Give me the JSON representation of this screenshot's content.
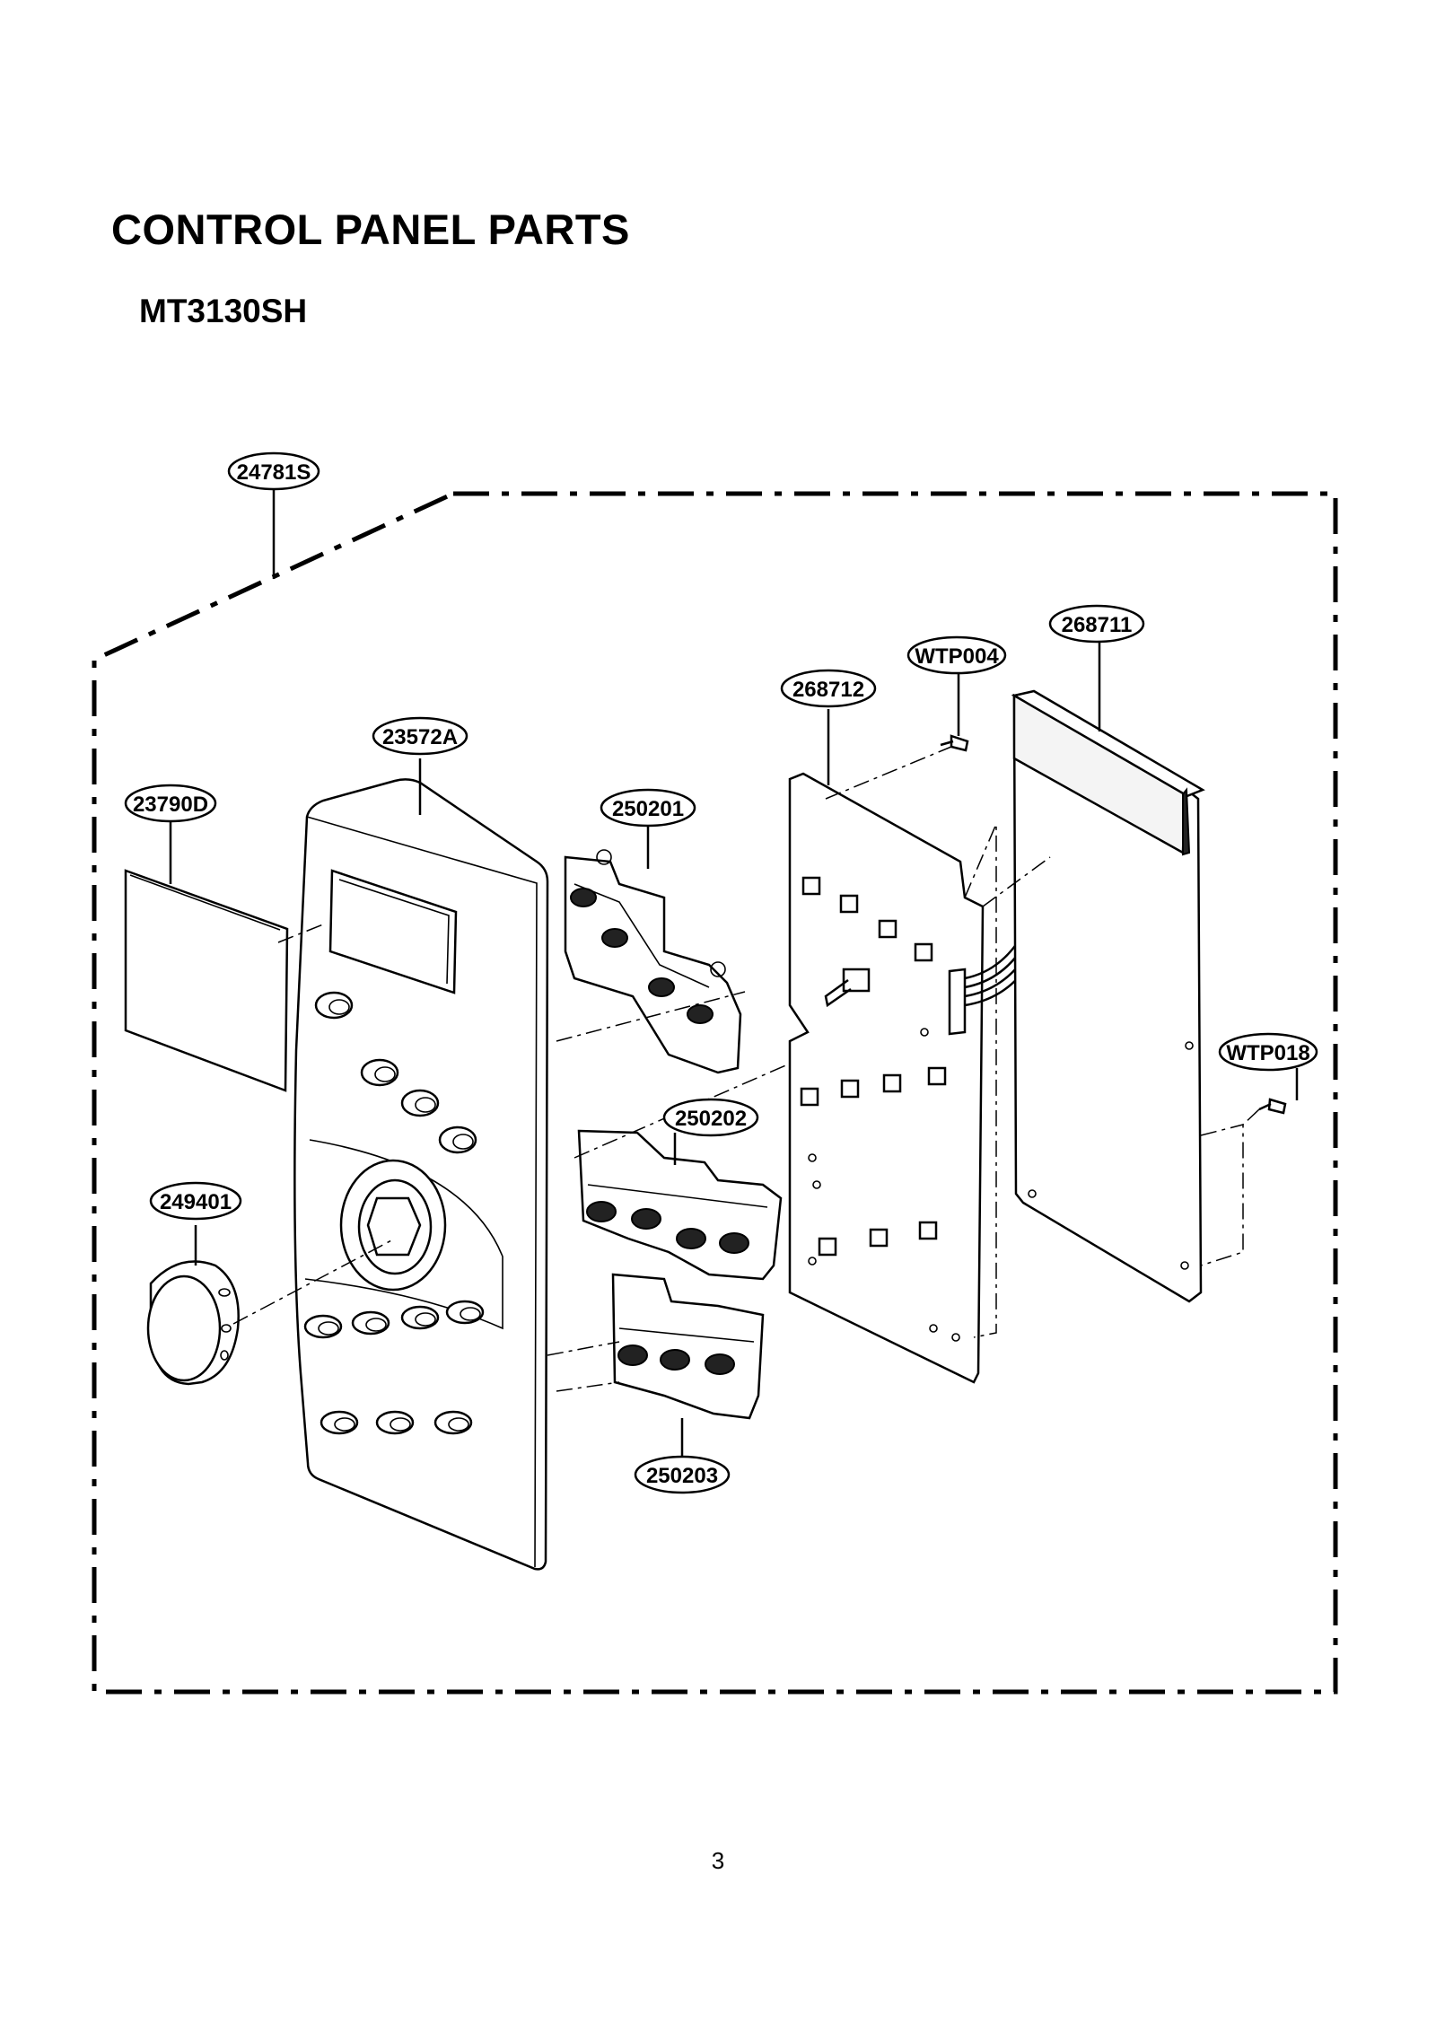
{
  "title": "CONTROL PANEL PARTS",
  "model": "MT3130SH",
  "page_number": "3",
  "callouts": {
    "assembly": "24781S",
    "window": "23790D",
    "panel": "23572A",
    "knob": "249401",
    "key_top": "250201",
    "key_mid": "250202",
    "key_bottom": "250203",
    "pcb_front": "268712",
    "pcb_back": "268711",
    "screw_top": "WTP004",
    "screw_right": "WTP018"
  }
}
